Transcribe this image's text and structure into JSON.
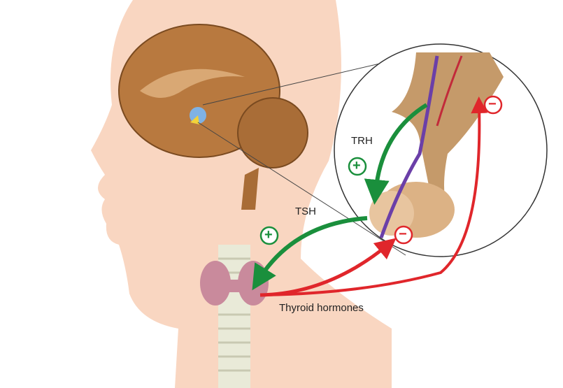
{
  "labels": {
    "trh": "TRH",
    "tsh": "TSH",
    "thyroid_hormones": "Thyroid hormones"
  },
  "signs": {
    "plus": "+",
    "minus": "−"
  },
  "colors": {
    "skin": "#f9d6c1",
    "brain": "#b8793f",
    "stimulate": "#1a8f3c",
    "inhibit": "#e0262b",
    "thyroid": "#c98a9c"
  }
}
